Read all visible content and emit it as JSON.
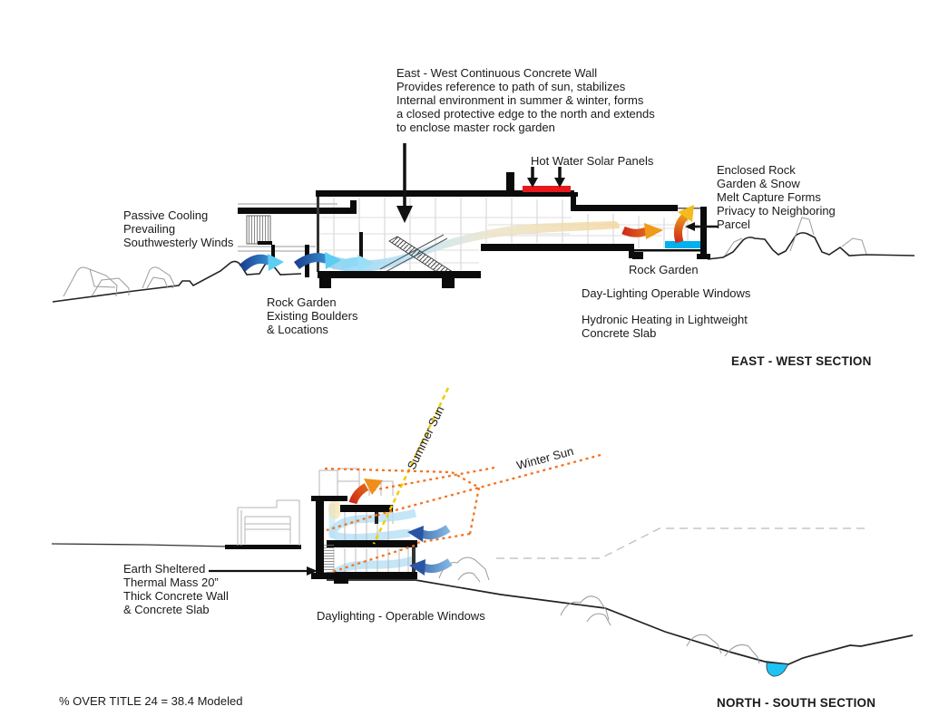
{
  "colors": {
    "solar_panel_red": "#E8191C",
    "water_cyan": "#00B0F0",
    "pond_cyan": "#1FC2F5",
    "winter_sun_orange": "#F4731F",
    "summer_sun_yellow": "#EFCE08"
  },
  "east_west": {
    "concrete_wall_note": "East - West Continuous Concrete Wall\nProvides reference to path of sun, stabilizes\nInternal environment in summer & winter, forms\na closed protective edge to the north and extends\nto enclose master rock garden",
    "hot_water_solar_panels": "Hot Water Solar Panels",
    "enclosed_rock_note": "Enclosed Rock\nGarden & Snow\nMelt Capture Forms\nPrivacy to Neighboring\nParcel",
    "passive_cooling_note": "Passive Cooling\nPrevailing\nSouthwesterly Winds",
    "rock_garden_right": "Rock Garden",
    "rock_garden_left_note": "Rock Garden\nExisting Boulders\n& Locations",
    "daylighting_note": "Day-Lighting Operable Windows",
    "hydronic_note": "Hydronic Heating in Lightweight\nConcrete Slab",
    "section_title": "EAST - WEST SECTION"
  },
  "north_south": {
    "summer_sun_label": "Summer Sun",
    "winter_sun_label": "Winter Sun",
    "earth_sheltered_note": "Earth Sheltered\nThermal Mass 20”\nThick Concrete Wall\n& Concrete Slab",
    "daylighting_note": "Daylighting - Operable Windows",
    "section_title": "NORTH - SOUTH SECTION"
  },
  "footer": {
    "title24_note": "% OVER TITLE 24 = 38.4 Modeled"
  }
}
